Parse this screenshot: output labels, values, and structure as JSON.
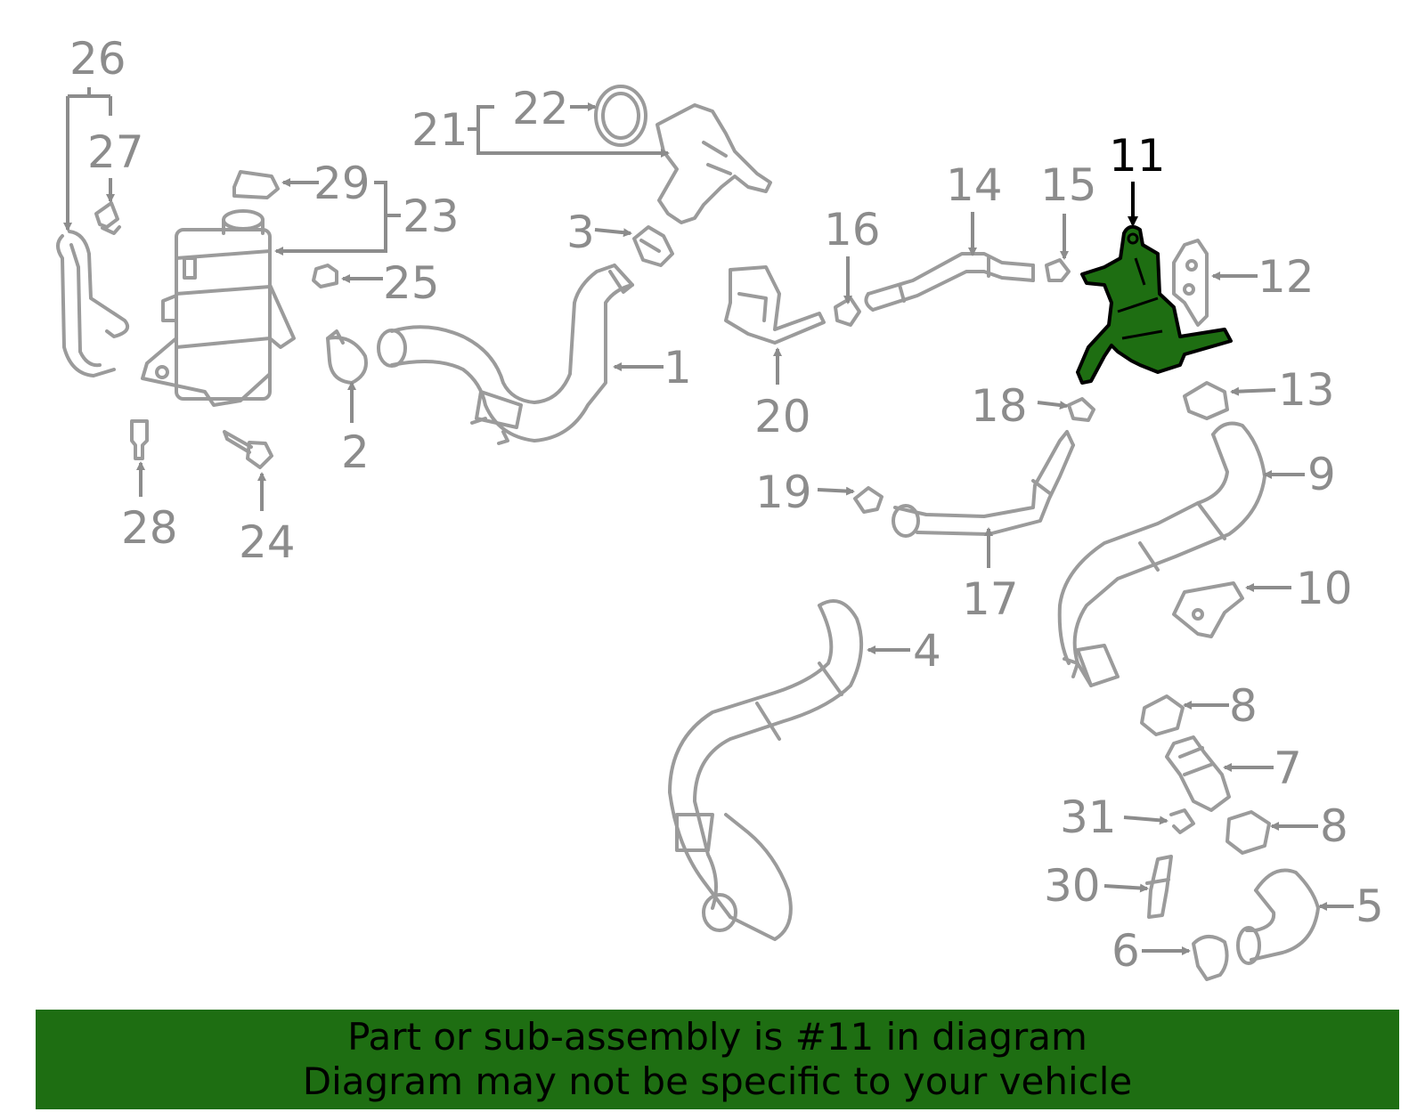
{
  "highlight_color": "#1e6e12",
  "highlighted_part": "11",
  "callouts": [
    "26",
    "27",
    "22",
    "21",
    "29",
    "23",
    "25",
    "3",
    "16",
    "14",
    "15",
    "11",
    "12",
    "1",
    "2",
    "20",
    "18",
    "13",
    "9",
    "28",
    "24",
    "19",
    "17",
    "10",
    "4",
    "8",
    "7",
    "31",
    "30",
    "6",
    "5"
  ],
  "banner": {
    "line1": "Part or sub-assembly is #11 in diagram",
    "line2": "Diagram may not be specific to your vehicle"
  }
}
